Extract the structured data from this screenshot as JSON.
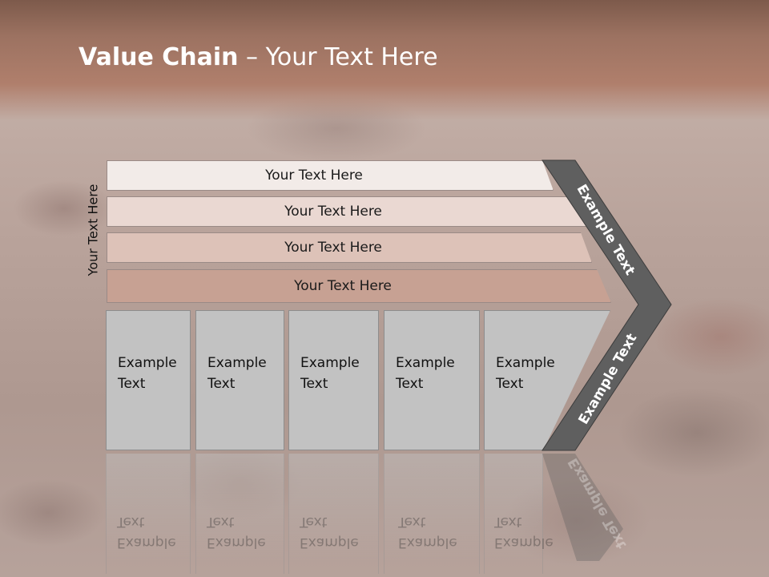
{
  "title": {
    "bold": "Value Chain",
    "rest": " – Your Text Here"
  },
  "side_label": "Your Text Here",
  "rows": [
    {
      "label": "Your Text Here"
    },
    {
      "label": "Your Text Here"
    },
    {
      "label": "Your Text Here"
    },
    {
      "label": "Your Text Here"
    }
  ],
  "boxes": [
    {
      "line1": "Example",
      "line2": "Text"
    },
    {
      "line1": "Example",
      "line2": "Text"
    },
    {
      "line1": "Example",
      "line2": "Text"
    },
    {
      "line1": "Example",
      "line2": "Text"
    },
    {
      "line1": "Example",
      "line2": "Text"
    }
  ],
  "chevron": {
    "upper_label": "Example Text",
    "lower_label": "Example Text",
    "color": "#5f5f5f"
  }
}
